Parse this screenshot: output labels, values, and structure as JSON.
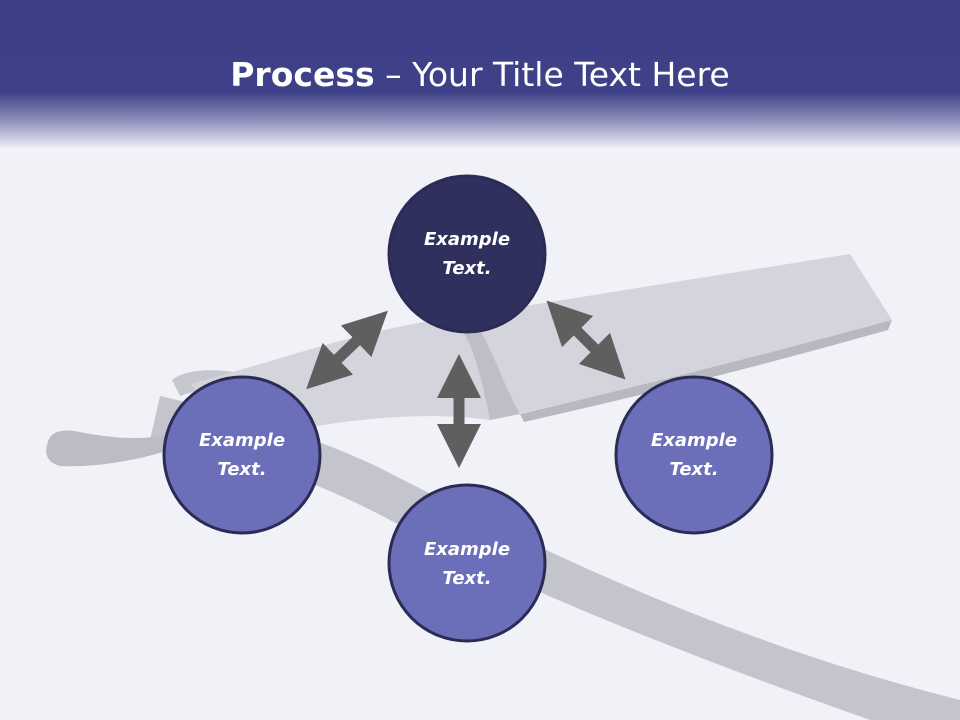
{
  "slide": {
    "title_bold": "Process",
    "title_rest": " – Your Title Text Here"
  },
  "nodes": [
    {
      "id": "top",
      "line1": "Example",
      "line2": "Text.",
      "fill": "#30305e"
    },
    {
      "id": "left",
      "line1": "Example",
      "line2": "Text.",
      "fill": "#6b6fba"
    },
    {
      "id": "bottom",
      "line1": "Example",
      "line2": "Text.",
      "fill": "#6b6fba"
    },
    {
      "id": "right",
      "line1": "Example",
      "line2": "Text.",
      "fill": "#6b6fba"
    }
  ],
  "colors": {
    "header": "#3e4188",
    "node_stroke": "#2b2b55",
    "arrow": "#5f5f5f",
    "razor": "#c9c9d2"
  }
}
